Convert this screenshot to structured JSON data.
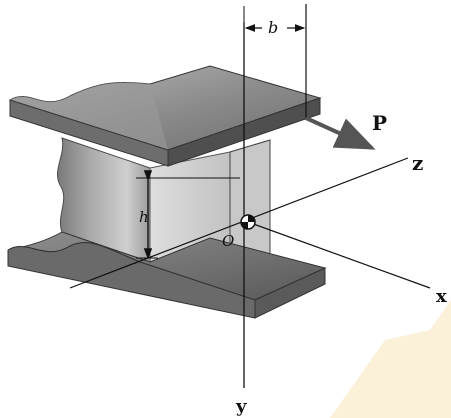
{
  "figure": {
    "labels": {
      "b": "b",
      "P": "P",
      "z": "z",
      "h": "h",
      "O": "O",
      "x": "x",
      "y": "y"
    },
    "colors": {
      "background": "#ffffff",
      "ink": "#111111",
      "flange_top": "#8c8c8c",
      "flange_side": "#5a5a5a",
      "web": "#a8a8a8",
      "watermark": "#f3c66a"
    }
  }
}
